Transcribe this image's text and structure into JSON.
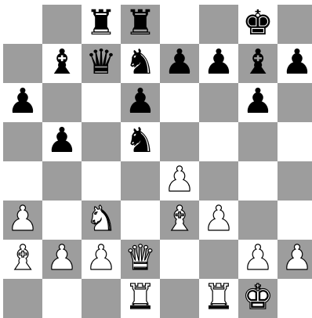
{
  "board": {
    "ranks": [
      [
        "",
        "",
        "r",
        "r",
        "",
        "",
        "k",
        ""
      ],
      [
        "",
        "b",
        "q",
        "n",
        "p",
        "p",
        "b",
        "p"
      ],
      [
        "p",
        "",
        "",
        "p",
        "",
        "",
        "p",
        ""
      ],
      [
        "",
        "p",
        "",
        "n",
        "",
        "",
        "",
        ""
      ],
      [
        "",
        "",
        "",
        "",
        "P",
        "",
        "",
        ""
      ],
      [
        "P",
        "",
        "N",
        "",
        "B",
        "P",
        "",
        ""
      ],
      [
        "B",
        "P",
        "P",
        "Q",
        "",
        "",
        "P",
        "P"
      ],
      [
        "",
        "",
        "",
        "R",
        "",
        "R",
        "K",
        ""
      ]
    ],
    "colors": {
      "light_square": "#ffffff",
      "dark_square": "#9d9d9d",
      "black_piece": "#000000",
      "white_piece": "#ffffff"
    }
  },
  "pieces": {
    "k": {
      "glyph": "♚",
      "icon": "black-king-icon"
    },
    "q": {
      "glyph": "♛",
      "icon": "black-queen-icon"
    },
    "r": {
      "glyph": "♜",
      "icon": "black-rook-icon"
    },
    "b": {
      "glyph": "♝",
      "icon": "black-bishop-icon"
    },
    "n": {
      "glyph": "♞",
      "icon": "black-knight-icon"
    },
    "p": {
      "glyph": "♟",
      "icon": "black-pawn-icon"
    },
    "K": {
      "glyph": "♚",
      "icon": "white-king-icon"
    },
    "Q": {
      "glyph": "♛",
      "icon": "white-queen-icon"
    },
    "R": {
      "glyph": "♜",
      "icon": "white-rook-icon"
    },
    "B": {
      "glyph": "♝",
      "icon": "white-bishop-icon"
    },
    "N": {
      "glyph": "♞",
      "icon": "white-knight-icon"
    },
    "P": {
      "glyph": "♟",
      "icon": "white-pawn-icon"
    }
  }
}
